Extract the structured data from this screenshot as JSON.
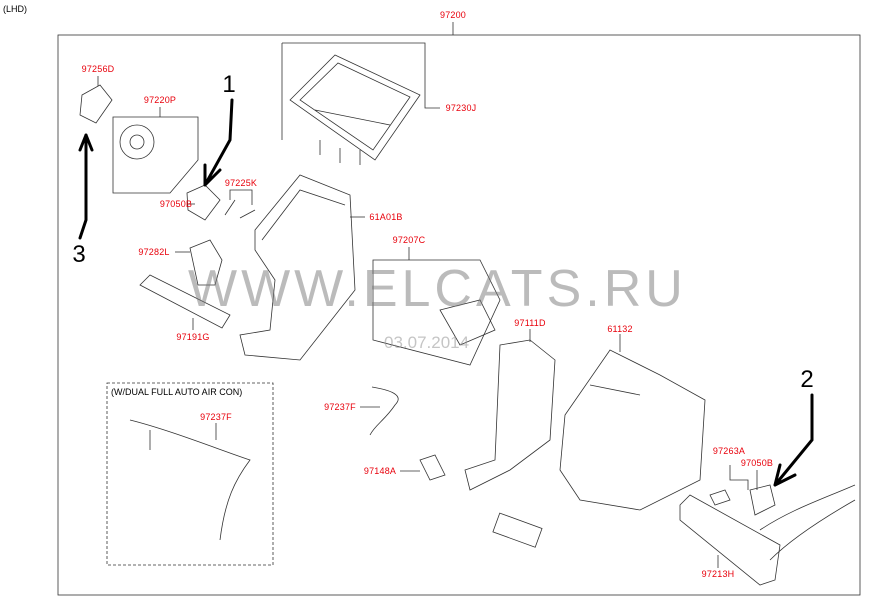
{
  "header": {
    "variant": "(LHD)",
    "assembly": "97200"
  },
  "parts": {
    "p97256D": "97256D",
    "p97220P": "97220P",
    "p97230J": "97230J",
    "p97225K": "97225K",
    "p97050B_a": "97050B",
    "p61A01B": "61A01B",
    "p97207C": "97207C",
    "p97282L": "97282L",
    "p97191G": "97191G",
    "p97111D": "97111D",
    "p61132": "61132",
    "p97237F_a": "97237F",
    "p97237F_b": "97237F",
    "p97148A": "97148A",
    "p97263A": "97263A",
    "p97050B_b": "97050B",
    "p97213H": "97213H"
  },
  "inset": {
    "title": "(W/DUAL FULL AUTO AIR CON)"
  },
  "callouts": {
    "c1": "1",
    "c2": "2",
    "c3": "3"
  },
  "watermark": {
    "site": "WWW.ELCATS.RU",
    "date": "03.07.2014"
  }
}
